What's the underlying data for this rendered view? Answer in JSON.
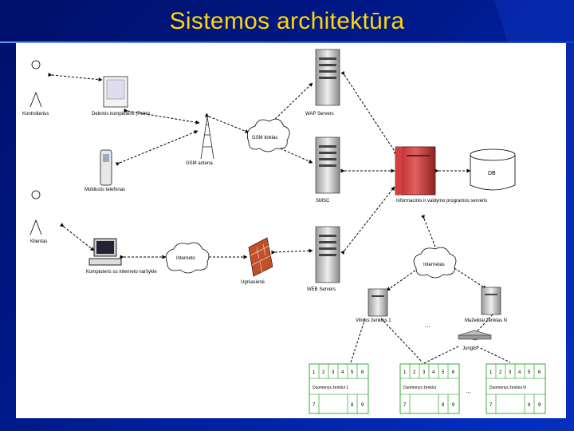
{
  "slide": {
    "title": "Sistemos architektūra"
  },
  "labels": {
    "controller": "Kontrolierius",
    "pda": "Delninis kompiuteris (Palm)",
    "mobile": "Mobilusis telefonas",
    "client": "Klientas",
    "gsm_antenna": "GSM antena",
    "gsm_network": "GSM tinklas",
    "wap_servers": "WAP Servers",
    "smsc": "SMSC",
    "web_servers": "WEB Servers",
    "pc": "Kompiuteris su interneto naršykle",
    "network": "Interneto",
    "firewall": "Ugniasienė",
    "central_server": "Informacinis ir valdymo programos serveris",
    "database": "DB",
    "internet": "Internetas",
    "node1": "Vilnius ženklas 1",
    "nodeN": "Mažeikiai ženklas N",
    "ellipsis": "...",
    "router": "Jungtis",
    "sign_header": "Duomenys ženklui",
    "sign1_label": "Duomenys ženklui 1",
    "signN_label": "Duomenys ženklui N"
  },
  "sign_grid": {
    "top_row": [
      "1",
      "2",
      "3",
      "4",
      "5",
      "6"
    ],
    "bottom_row": [
      "7",
      "",
      "",
      "",
      "8",
      "9"
    ]
  }
}
